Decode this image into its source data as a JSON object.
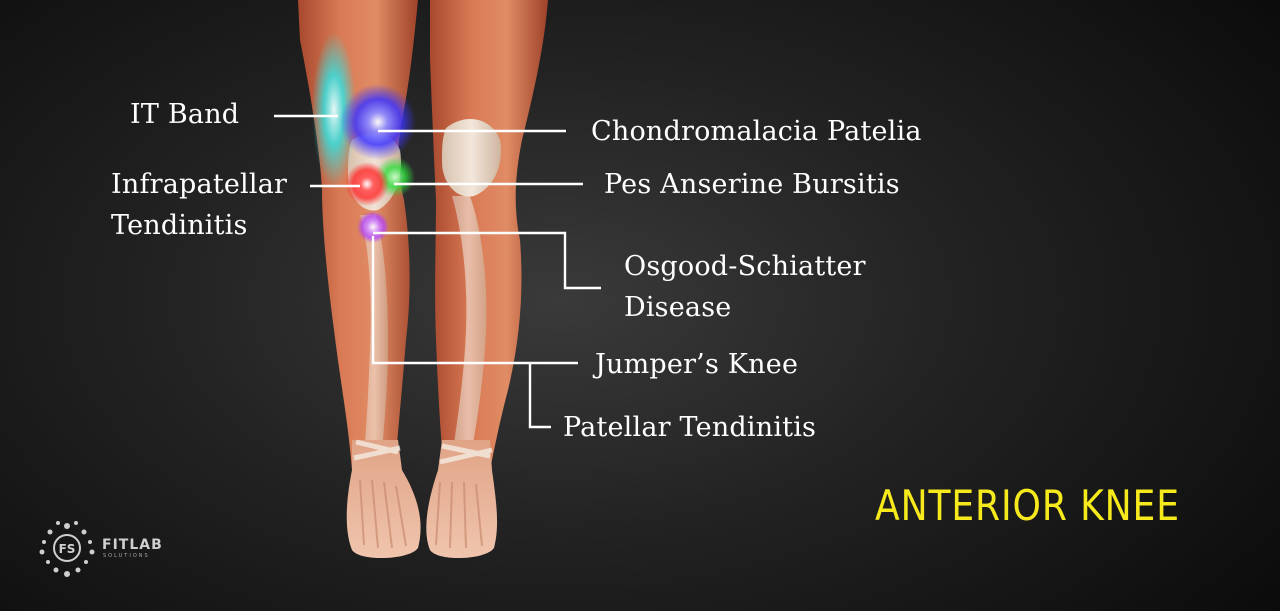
{
  "title": "ANTERIOR KNEE",
  "labels": {
    "it_band": "IT Band",
    "chondromalacia": "Chondromalacia Patelia",
    "infrapatellar_1": "Infrapatellar",
    "infrapatellar_2": "Tendinitis",
    "pes_anserine": "Pes Anserine Bursitis",
    "osgood_1": "Osgood-Schiatter",
    "osgood_2": "Disease",
    "jumpers_knee": "Jumper’s Knee",
    "patellar_tendinitis": "Patellar Tendinitis"
  },
  "logo": {
    "name": "FITLAB",
    "subtitle": "SOLUTIONS",
    "mark": "FS"
  },
  "colors": {
    "title": "#f7ea1c",
    "label": "#ffffff",
    "it_band_glow": "#35e0e0",
    "chondromalacia_glow": "#3d35ff",
    "infrapatellar_glow": "#ff2a2a",
    "pes_anserine_glow": "#2ee03c",
    "osgood_glow": "#b040ff"
  }
}
